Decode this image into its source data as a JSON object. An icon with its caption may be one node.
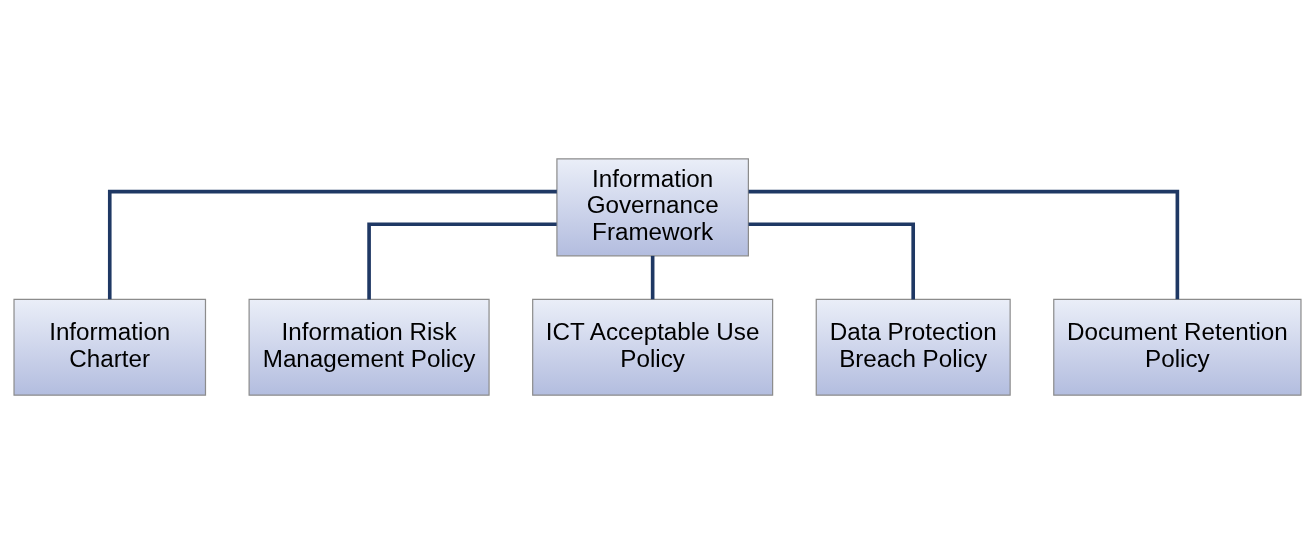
{
  "diagram": {
    "nodes": [
      {
        "text": [
          "Information Governance Framework"
        ]
      },
      {
        "text": [
          "Information Charter"
        ]
      },
      {
        "text": [
          "Information Risk Management Policy"
        ]
      },
      {
        "text": [
          "ICT Acceptable Use Policy"
        ]
      },
      {
        "text": [
          "Data Protection Breach Policy"
        ]
      },
      {
        "text": [
          "Document Retention Policy"
        ]
      }
    ],
    "edges": [
      {
        "from": 0,
        "to": 1,
        "arrow": "none"
      },
      {
        "from": 0,
        "to": 2,
        "arrow": "none"
      },
      {
        "from": 0,
        "to": 3,
        "arrow": "none"
      },
      {
        "from": 0,
        "to": 4,
        "arrow": "none"
      },
      {
        "from": 0,
        "to": 5,
        "arrow": "none"
      }
    ]
  }
}
